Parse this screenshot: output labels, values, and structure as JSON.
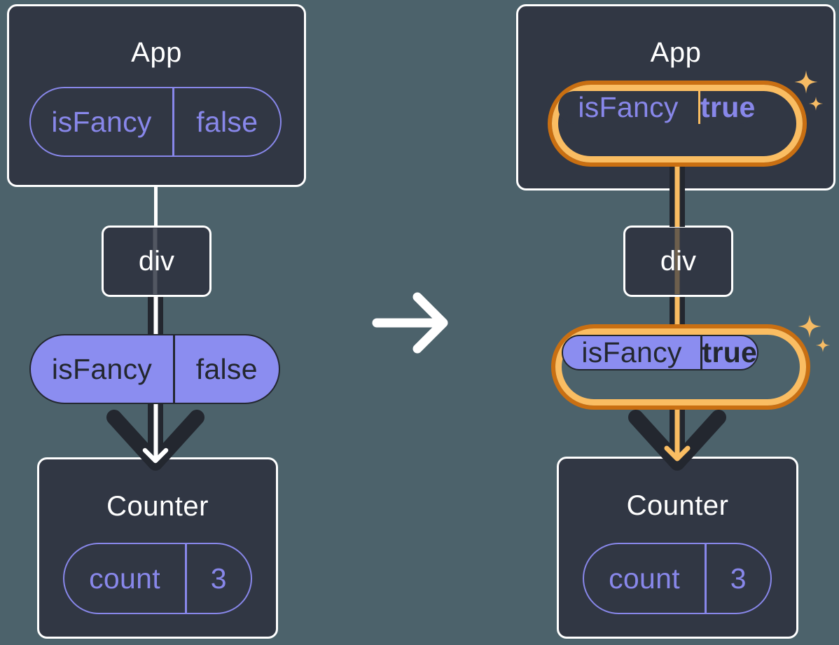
{
  "colors": {
    "background": "#4c626b",
    "card": "#313744",
    "card_border": "#ffffff",
    "purple": "#8887ea",
    "purple_fill": "#8b8df0",
    "dark": "#23272f",
    "orange_dark": "#c96f12",
    "orange_light": "#fabd62",
    "sparkle": "#f6bb64",
    "white": "#ffffff"
  },
  "transition": {
    "arrow_icon": "right-arrow-icon"
  },
  "left": {
    "app": {
      "title": "App",
      "state_name": "isFancy",
      "state_value": "false"
    },
    "div_label": "div",
    "prop": {
      "name": "isFancy",
      "value": "false"
    },
    "counter": {
      "title": "Counter",
      "state_name": "count",
      "state_value": "3"
    }
  },
  "right": {
    "app": {
      "title": "App",
      "state_name": "isFancy",
      "state_value": "true"
    },
    "div_label": "div",
    "prop": {
      "name": "isFancy",
      "value": "true"
    },
    "counter": {
      "title": "Counter",
      "state_name": "count",
      "state_value": "3"
    },
    "highlight_icon": "sparkle-icon"
  }
}
